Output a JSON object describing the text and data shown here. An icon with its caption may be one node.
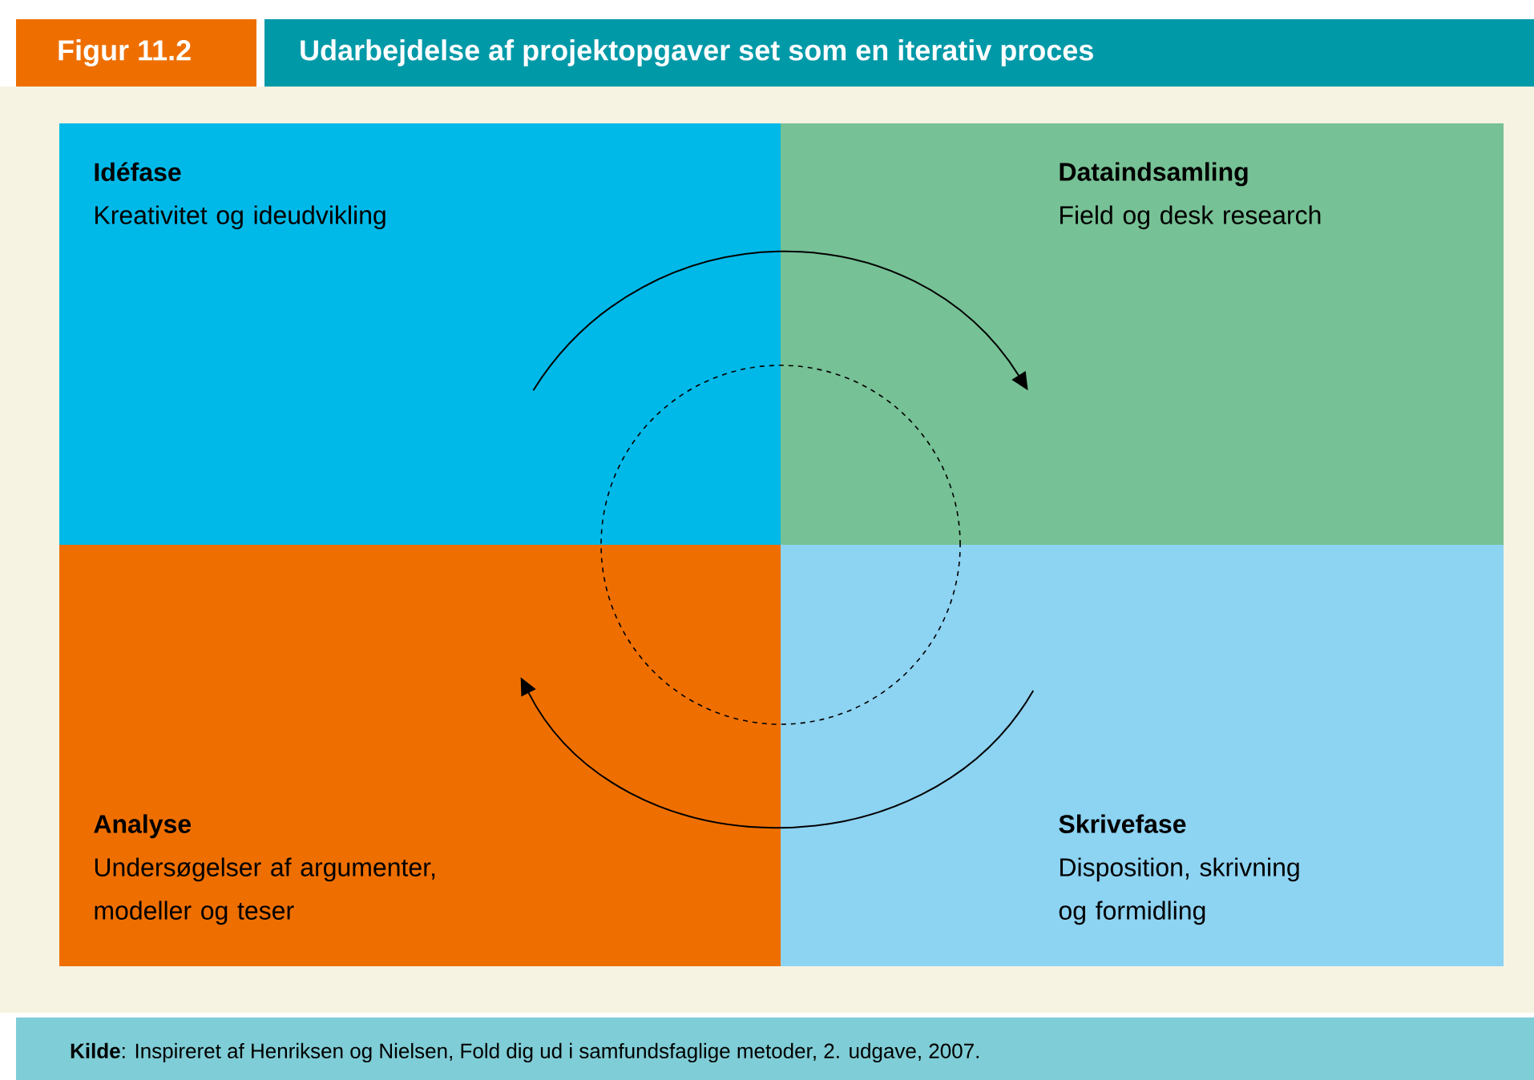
{
  "diagram": {
    "title": "Udarbejdelse af projektopgaver set som en iterativ proces",
    "caption": "**Kilde**: Inspireret af Henriksen og Nielsen, Fold dig ud i samfundsfaglige metoder, 2. udgave, 2007.",
    "labels": [
      "Figur 11.2"
    ],
    "nodes": [
      {
        "text": [
          "Idéfase",
          "Kreativitet og ideudvikling"
        ]
      },
      {
        "text": [
          "Dataindsamling",
          "Field og desk research"
        ]
      },
      {
        "text": [
          "Analyse",
          "Undersøgelser af argumenter, modeller og teser"
        ]
      },
      {
        "text": [
          "Skrivefase",
          "Disposition, skrivning og formidling"
        ]
      },
      {
        "text": [],
        "shape": "circle"
      }
    ],
    "edges": [
      {
        "from": 0,
        "to": 1,
        "arrow": "to"
      },
      {
        "from": 3,
        "to": 2,
        "arrow": "to"
      }
    ]
  }
}
